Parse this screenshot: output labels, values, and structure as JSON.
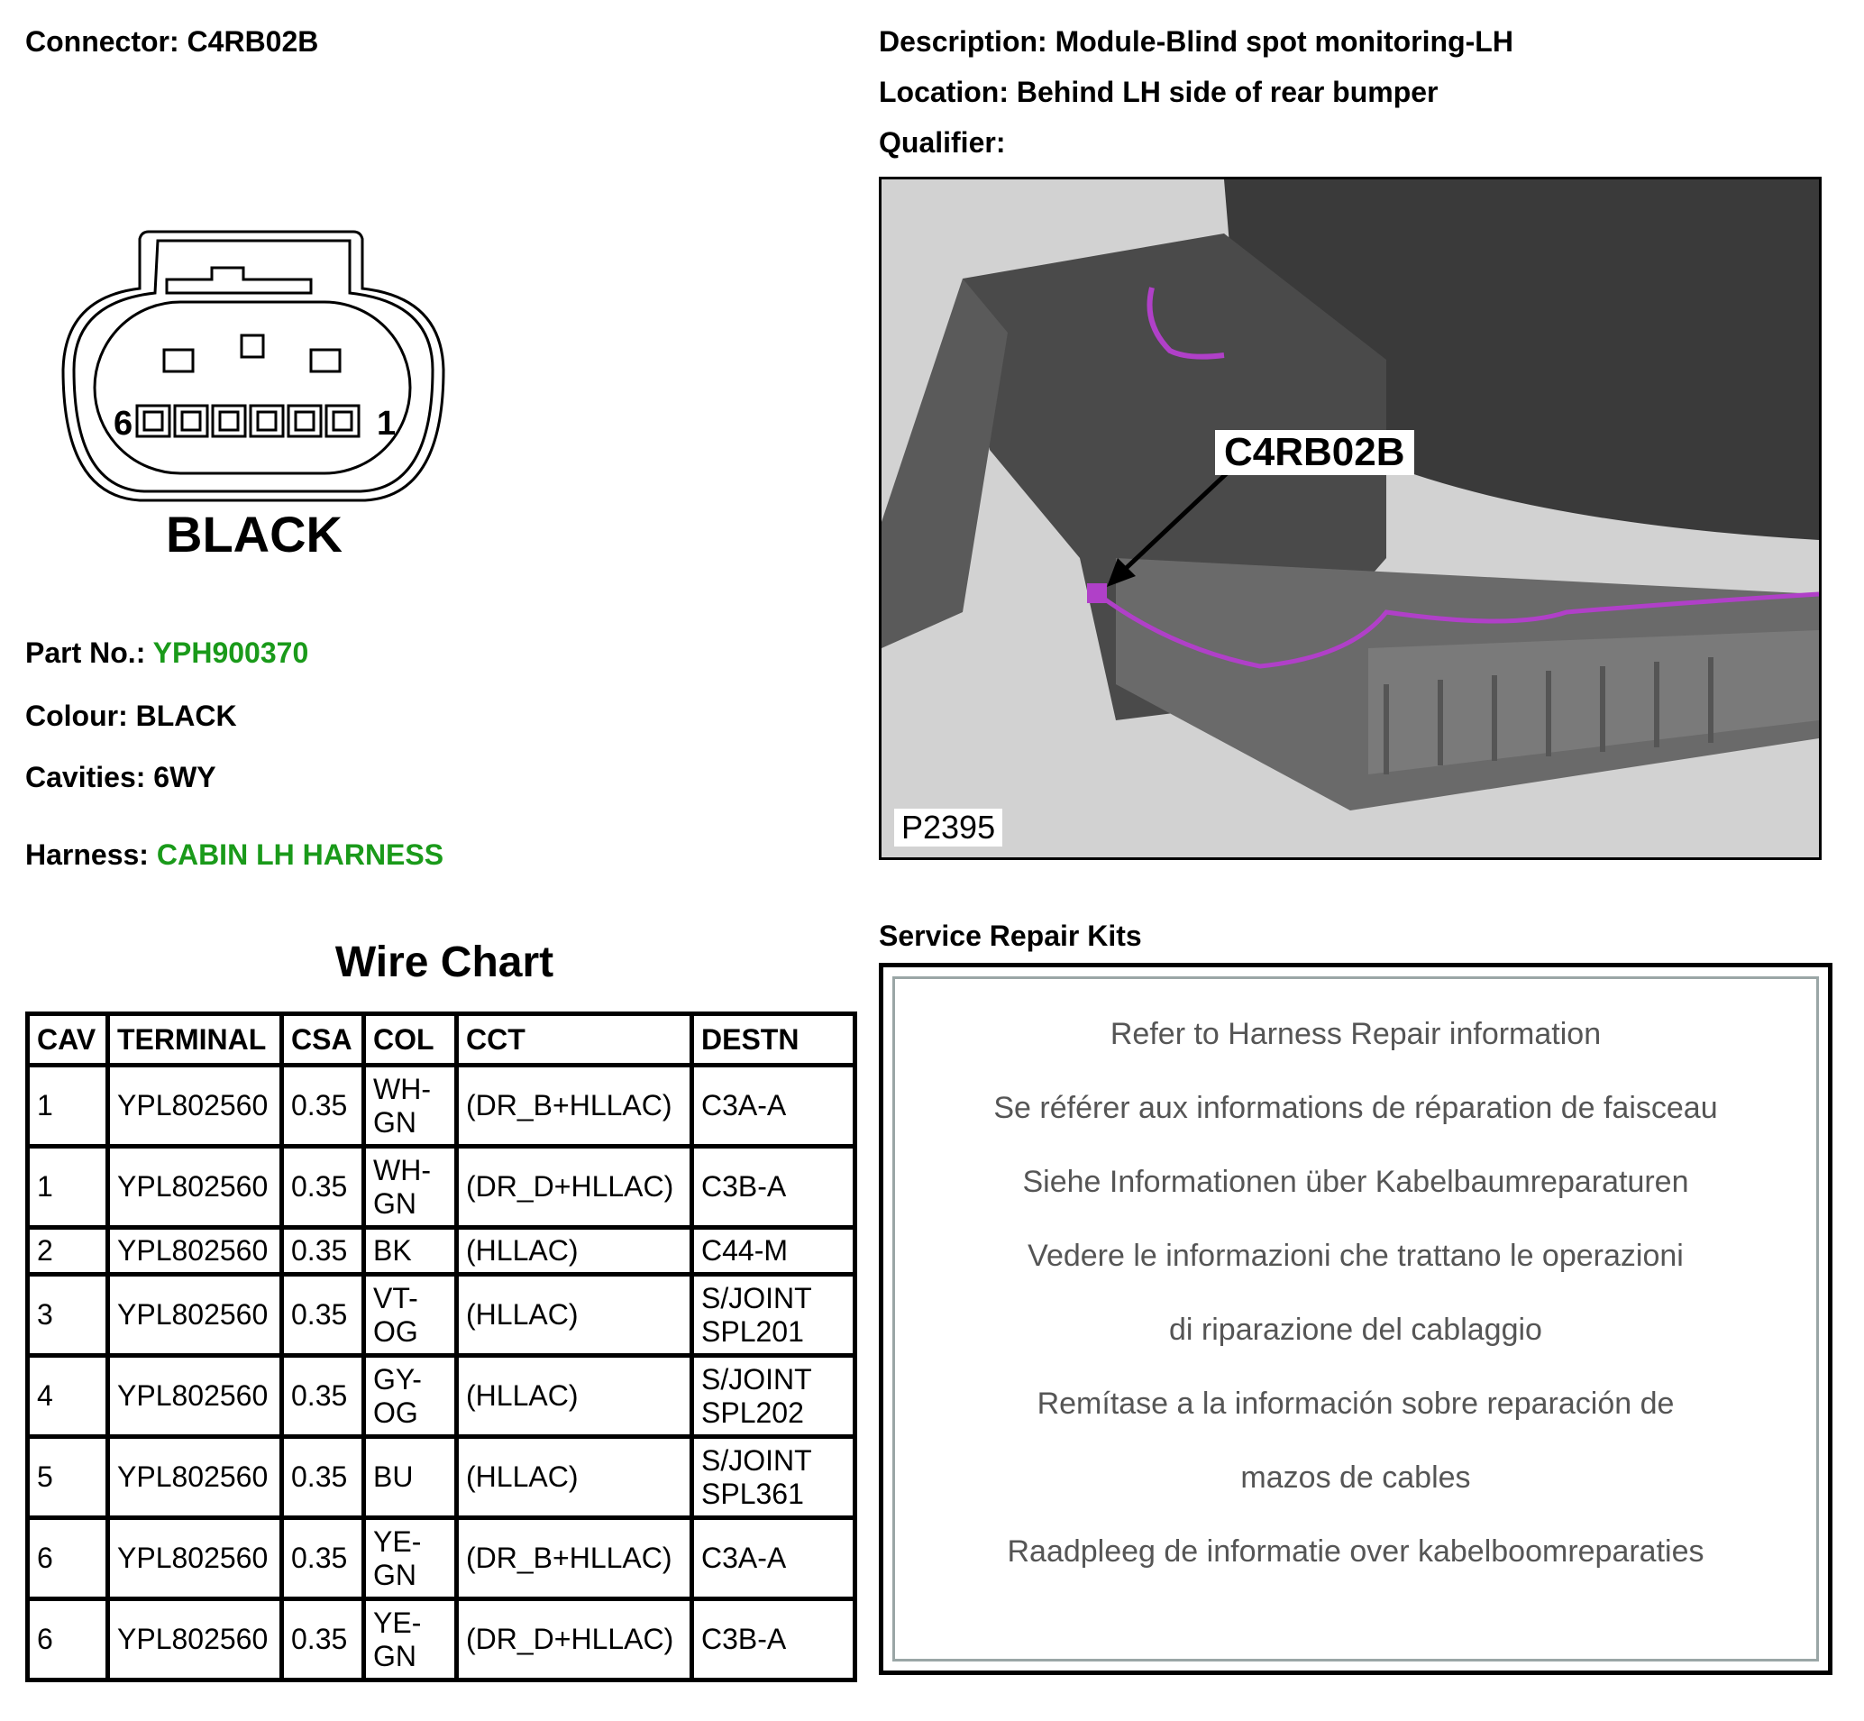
{
  "header": {
    "connector_label": "Connector:",
    "connector_value": "C4RB02B",
    "description_label": "Description:",
    "description_value": "Module-Blind spot monitoring-LH",
    "location_label": "Location:",
    "location_value": "Behind LH side of rear bumper",
    "qualifier_label": "Qualifier:"
  },
  "connector_drawing": {
    "colour_caption": "BLACK",
    "pin_left": "6",
    "pin_right": "1"
  },
  "details": {
    "part_label": "Part No.:",
    "part_value": "YPH900370",
    "colour_label": "Colour:",
    "colour_value": "BLACK",
    "cavities_label": "Cavities:",
    "cavities_value": "6WY",
    "harness_label": "Harness:",
    "harness_value": "CABIN LH HARNESS",
    "link_color": "#1a9a1a"
  },
  "photo": {
    "callout": "C4RB02B",
    "ref": "P2395",
    "harness_color": "#b040c8"
  },
  "wire_chart": {
    "title": "Wire Chart",
    "headers": [
      "CAV",
      "TERMINAL",
      "CSA",
      "COL",
      "CCT",
      "DESTN"
    ],
    "rows": [
      {
        "cav": "1",
        "terminal": "YPL802560",
        "csa": "0.35",
        "col": [
          "WH-",
          "GN"
        ],
        "cct": "(DR_B+HLLAC)",
        "destn": [
          "C3A-A"
        ]
      },
      {
        "cav": "1",
        "terminal": "YPL802560",
        "csa": "0.35",
        "col": [
          "WH-",
          "GN"
        ],
        "cct": "(DR_D+HLLAC)",
        "destn": [
          "C3B-A"
        ]
      },
      {
        "cav": "2",
        "terminal": "YPL802560",
        "csa": "0.35",
        "col": [
          "BK"
        ],
        "cct": "(HLLAC)",
        "destn": [
          "C44-M"
        ]
      },
      {
        "cav": "3",
        "terminal": "YPL802560",
        "csa": "0.35",
        "col": [
          "VT-",
          "OG"
        ],
        "cct": "(HLLAC)",
        "destn": [
          "S/JOINT",
          "SPL201"
        ]
      },
      {
        "cav": "4",
        "terminal": "YPL802560",
        "csa": "0.35",
        "col": [
          "GY-",
          "OG"
        ],
        "cct": "(HLLAC)",
        "destn": [
          "S/JOINT",
          "SPL202"
        ]
      },
      {
        "cav": "5",
        "terminal": "YPL802560",
        "csa": "0.35",
        "col": [
          "BU"
        ],
        "cct": "(HLLAC)",
        "destn": [
          "S/JOINT",
          "SPL361"
        ]
      },
      {
        "cav": "6",
        "terminal": "YPL802560",
        "csa": "0.35",
        "col": [
          "YE-",
          "GN"
        ],
        "cct": "(DR_B+HLLAC)",
        "destn": [
          "C3A-A"
        ]
      },
      {
        "cav": "6",
        "terminal": "YPL802560",
        "csa": "0.35",
        "col": [
          "YE-",
          "GN"
        ],
        "cct": "(DR_D+HLLAC)",
        "destn": [
          "C3B-A"
        ]
      }
    ]
  },
  "service_repair_kits": {
    "title": "Service Repair Kits",
    "lines": [
      "Refer to Harness Repair information",
      "Se référer aux informations de réparation de faisceau",
      "Siehe Informationen über Kabelbaumreparaturen",
      "Vedere le informazioni che trattano le operazioni",
      "di riparazione del cablaggio",
      "Remítase a la información sobre reparación de",
      "mazos de cables",
      "Raadpleeg de informatie over kabelboomreparaties"
    ]
  }
}
